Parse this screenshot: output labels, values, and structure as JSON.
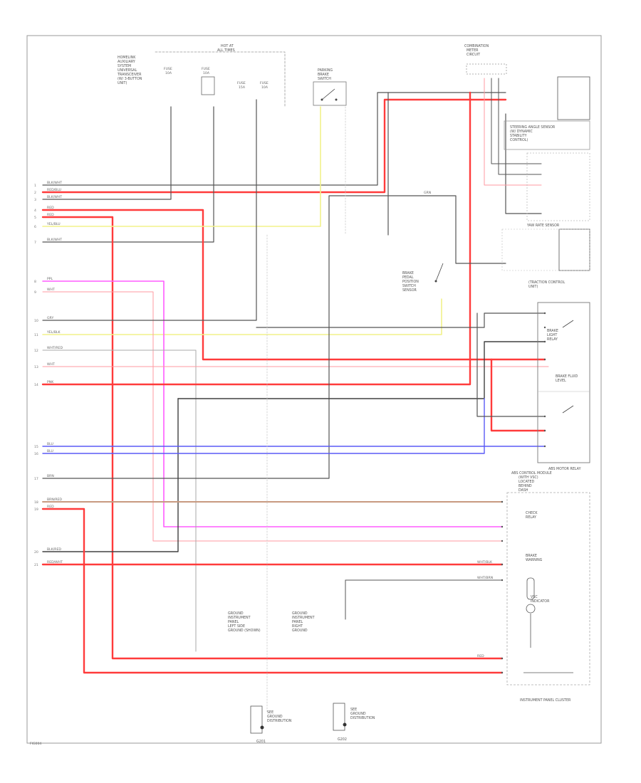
{
  "colors": {
    "background": "#ffffff",
    "frame": "#9a9a9a",
    "wire_gray": "#555555",
    "wire_red": "#ff3b3b",
    "wire_pink": "#ff9aa0",
    "wire_magenta": "#ff5cff",
    "wire_yellow": "#f2f28a",
    "wire_blue": "#5a5af5",
    "wire_brown": "#c89a80",
    "wire_dark": "#404040",
    "ground": "#333333"
  },
  "left_connector": {
    "pins": [
      "1",
      "2",
      "3",
      "4",
      "5",
      "6",
      "7",
      "8",
      "9",
      "10",
      "11",
      "12",
      "13",
      "14",
      "15",
      "16",
      "17",
      "18",
      "19",
      "20",
      "21"
    ]
  },
  "components": {
    "top_left_note": [
      "HOMELINK",
      "AUXILIARY",
      "SYSTEM",
      "UNIVERSAL",
      "TRANSCEIVER",
      "(W/ 3-BUTTON",
      "UNIT)"
    ],
    "fuse_block_title": [
      "HOT AT",
      "ALL TIMES"
    ],
    "fuse_1": [
      "FUSE",
      "10A"
    ],
    "fuse_2": [
      "FUSE",
      "10A"
    ],
    "fuse_3": [
      "FUSE",
      "15A"
    ],
    "fuse_4": [
      "FUSE",
      "10A"
    ],
    "parking_brake": [
      "PARKING",
      "BRAKE",
      "SWITCH"
    ],
    "combination_meter": [
      "COMBINATION",
      "METER",
      "CIRCUIT"
    ],
    "steering_sensor": [
      "STEERING ANGLE SENSOR",
      "(W/ DYNAMIC",
      "STABILITY",
      "CONTROL)"
    ],
    "yaw_sensor": [
      "YAW RATE SENSOR"
    ],
    "yaw_sensor_sub": [
      "(TRACTION CONTROL",
      "UNIT)"
    ],
    "brake_switch": [
      "BRAKE",
      "PEDAL",
      "POSITION",
      "SWITCH",
      "SENSOR"
    ],
    "brake_relays": [
      "BRAKE",
      "LIGHT",
      "RELAY"
    ],
    "relay_unit": [
      "BRAKE FLUID",
      "LEVEL"
    ],
    "relay_box_title": [
      "ABS MOTOR RELAY"
    ],
    "abs_unit": [
      "ABS CONTROL MODULE",
      "(WITH VSC)",
      "LOCATED",
      "BEHIND",
      "DASH"
    ],
    "check_relay": [
      "CHECK",
      "RELAY"
    ],
    "brake_warning": [
      "BRAKE",
      "WARNING"
    ],
    "ind_block": [
      "VSC",
      "INDICATOR"
    ],
    "instrument_cluster": [
      "INSTRUMENT PANEL CLUSTER"
    ],
    "note_ground_1": [
      "GROUND",
      "INSTRUMENT",
      "PANEL",
      "LEFT SIDE",
      "GROUND (SHOWN)"
    ],
    "note_ground_2": [
      "GROUND",
      "INSTRUMENT",
      "PANEL",
      "RIGHT",
      "GROUND"
    ],
    "note_ref_1": [
      "SEE",
      "GROUND",
      "DISTRIBUTION"
    ],
    "note_ref_2": [
      "SEE",
      "GROUND",
      "DISTRIBUTION"
    ],
    "ground_1_label": [
      "G201"
    ],
    "ground_2_label": [
      "G202"
    ],
    "figure_id": [
      "FIG004"
    ]
  },
  "wire_labels": {
    "w1": "BLK/WHT",
    "w2": "RED/BLU",
    "w3": "BLK/WHT",
    "w4": "RED",
    "w5": "RED",
    "w6": "YEL/BLU",
    "w7": "BLK/WHT",
    "w8": "PPL",
    "w9": "WHT",
    "w10": "GRY",
    "w11": "YEL/BLK",
    "w12": "WHT/RED",
    "w13": "WHT",
    "w14": "PNK",
    "w15": "BLU",
    "w16": "BLU",
    "w17": "BRN",
    "w18": "BRN/RED",
    "w19": "RED",
    "w20": "BLK/RED",
    "w21": "RED/WHT",
    "w22": "WHT/BLK",
    "w23": "WHT/BRN",
    "w24": "RED",
    "w25": "GRN"
  }
}
